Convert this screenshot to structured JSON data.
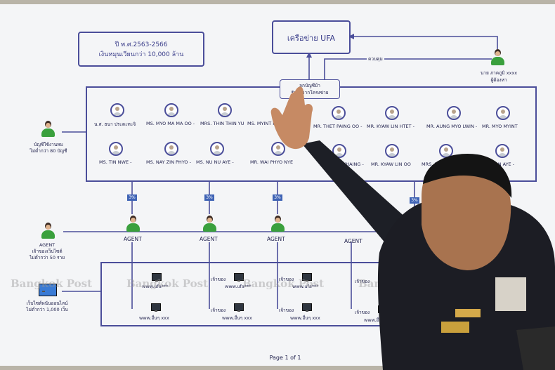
{
  "chart": {
    "period_box": {
      "line1": "ปี พ.ศ.2563-2566",
      "line2": "เงินหมุนเวียนกว่า 10,000 ล้าน"
    },
    "network_title": "เครือข่าย UFA",
    "control_label": "ควบคุม",
    "suspect_line1": "นาย ภาคภูมิ xxxx",
    "suspect_line2": "ผู้ต้องหา",
    "accounts_box_line1": "ลูกบัญชีม้า",
    "accounts_box_line2": "รับผลจากโครงข่าย",
    "accounts_note_line1": "บัญชีใช้งานหม",
    "accounts_note_line2": "ไม่ต่ำกว่า 80 บัญชี",
    "row1": [
      "น.ส. ธนา ประดะทะจิ",
      "MS. MYO MA MA OO -",
      "MRS. THIN THIN YU",
      "MS. MYINT M",
      "MR. THET PAING OO -",
      "MR. KYAW LIN HTET -",
      "MR. AUNG MYO LWIN -",
      "MR. MYO MYINT"
    ],
    "row2": [
      "MS. TIN NWE -",
      "MS. NAY ZIN PHYO -",
      "MS. NU NU AYE -",
      "MR. WAI PHYO NYE",
      "MR. THET KHAING -",
      "MR. KYAW LIN OO",
      "MRS. E",
      "SAN AYE -"
    ],
    "percent": "3%",
    "agent_label": "AGENT",
    "agent_note_line1": "AGENT",
    "agent_note_line2": "เจ้าของเว็บไซต์",
    "agent_note_line3": "ไม่ต่ำกว่า 50 ราย",
    "site_note_line1": "เว็บไซต์พนันออนไลน์",
    "site_note_line2": "ไม่ต่ำกว่า 1,000 เว็บ",
    "site_main": "www.ufa***",
    "site_other": "www.อื่นๆ xxx",
    "site_prefix": "เจ้าของ",
    "page_footer": "Page 1 of 1"
  },
  "watermark": "Bangkok Post"
}
